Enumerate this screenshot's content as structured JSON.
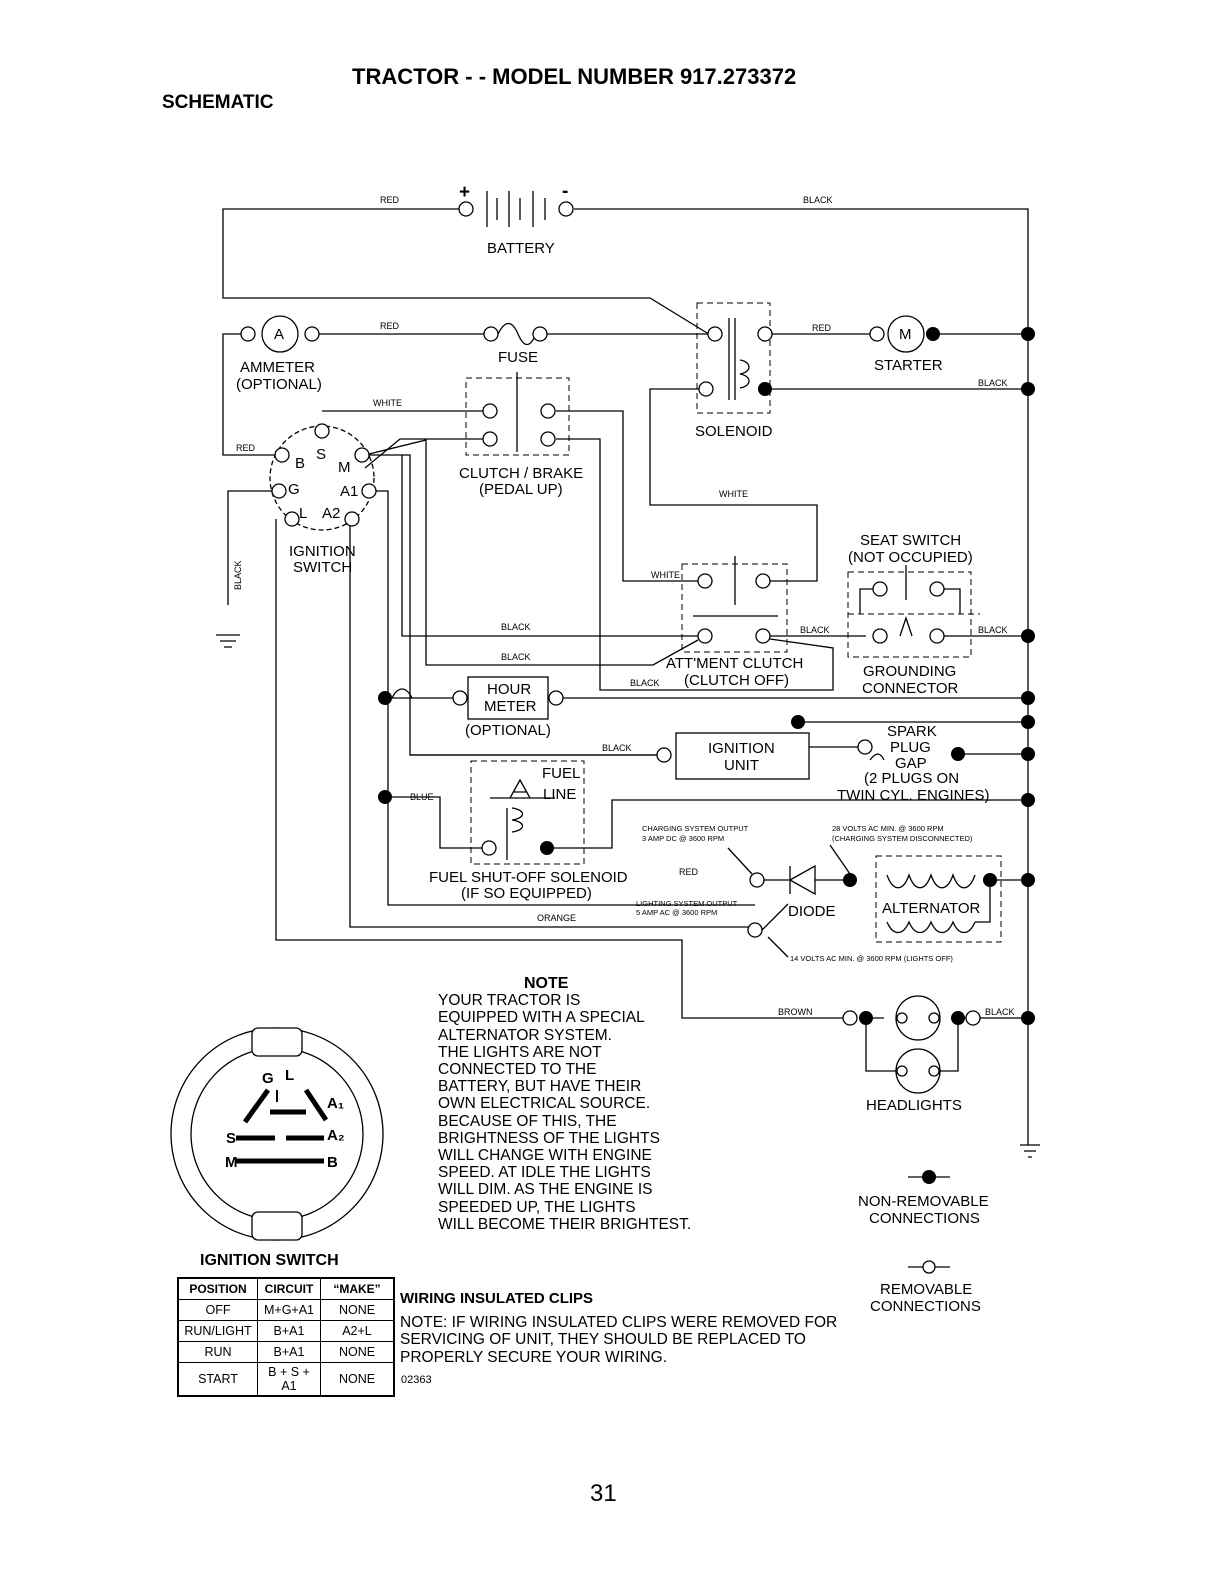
{
  "header": {
    "title": "TRACTOR - - MODEL NUMBER  917.273372",
    "section": "SCHEMATIC"
  },
  "components": {
    "battery": "BATTERY",
    "battery_plus": "+",
    "battery_minus": "-",
    "ammeter": "AMMETER",
    "ammeter_optional": "(OPTIONAL)",
    "ammeter_symbol": "A",
    "fuse": "FUSE",
    "solenoid": "SOLENOID",
    "starter": "STARTER",
    "starter_symbol": "M",
    "clutch_brake": "CLUTCH / BRAKE",
    "clutch_brake_sub": "(PEDAL UP)",
    "ignition_switch": "IGNITION",
    "ignition_switch_2": "SWITCH",
    "seat_switch": "SEAT SWITCH",
    "seat_switch_sub": "(NOT OCCUPIED)",
    "attment_clutch": "ATT'MENT CLUTCH",
    "attment_clutch_sub": "(CLUTCH OFF)",
    "grounding_connector": "GROUNDING",
    "grounding_connector_2": "CONNECTOR",
    "hour_meter": "HOUR",
    "hour_meter_2": "METER",
    "hour_meter_optional": "(OPTIONAL)",
    "ignition_unit": "IGNITION",
    "ignition_unit_2": "UNIT",
    "spark_plug_1": "SPARK",
    "spark_plug_2": "PLUG",
    "spark_plug_3": "GAP",
    "spark_plug_4": "(2 PLUGS ON",
    "spark_plug_5": "TWIN CYL. ENGINES)",
    "fuel_line": "FUEL",
    "fuel_line_2": "LINE",
    "fuel_solenoid": "FUEL SHUT-OFF SOLENOID",
    "fuel_solenoid_sub": "(IF SO EQUIPPED)",
    "diode": "DIODE",
    "alternator": "ALTERNATOR",
    "headlights": "HEADLIGHTS",
    "non_removable": "NON-REMOVABLE",
    "non_removable_2": "CONNECTIONS",
    "removable": "REMOVABLE",
    "removable_2": "CONNECTIONS",
    "ignition_switch_detail": "IGNITION SWITCH"
  },
  "switch_terminals": {
    "b": "B",
    "s": "S",
    "m": "M",
    "g": "G",
    "a1": "A1",
    "l": "L",
    "a2": "A2"
  },
  "switch_detail_terminals": {
    "g": "G",
    "l": "L",
    "a1": "A₁",
    "s": "S",
    "a2": "A₂",
    "m": "M",
    "b": "B"
  },
  "wire_labels": {
    "red": "RED",
    "black": "BLACK",
    "white": "WHITE",
    "blue": "BLUE",
    "orange": "ORANGE",
    "brown": "BROWN"
  },
  "specs": {
    "charging_1": "CHARGING SYSTEM OUTPUT",
    "charging_2": "3 AMP DC @ 3600 RPM",
    "volts_28_1": "28 VOLTS AC MIN. @ 3600 RPM",
    "volts_28_2": "(CHARGING SYSTEM DISCONNECTED)",
    "lighting_1": "LIGHTING SYSTEM OUTPUT",
    "lighting_2": "5 AMP AC @ 3600 RPM",
    "volts_14": "14 VOLTS AC MIN. @ 3600 RPM (LIGHTS OFF)"
  },
  "note": {
    "title": "NOTE",
    "lines": [
      "YOUR TRACTOR IS",
      "EQUIPPED WITH A SPECIAL",
      "ALTERNATOR SYSTEM.",
      "THE LIGHTS ARE NOT",
      "CONNECTED TO THE",
      "BATTERY, BUT HAVE THEIR",
      "OWN ELECTRICAL SOURCE.",
      "BECAUSE OF THIS, THE",
      "BRIGHTNESS OF THE LIGHTS",
      "WILL CHANGE WITH ENGINE",
      "SPEED.  AT IDLE THE LIGHTS",
      "WILL DIM.  AS THE ENGINE IS",
      "SPEEDED UP, THE LIGHTS",
      "WILL BECOME THEIR BRIGHTEST."
    ]
  },
  "clips": {
    "title": "WIRING INSULATED CLIPS",
    "lines": [
      "NOTE: IF WIRING INSULATED CLIPS WERE REMOVED FOR",
      "SERVICING OF UNIT, THEY SHOULD BE REPLACED TO",
      "PROPERLY SECURE YOUR WIRING."
    ]
  },
  "doc_code": "02363",
  "table": {
    "headers": [
      "POSITION",
      "CIRCUIT",
      "“MAKE”"
    ],
    "rows": [
      [
        "OFF",
        "M+G+A1",
        "NONE"
      ],
      [
        "RUN/LIGHT",
        "B+A1",
        "A2+L"
      ],
      [
        "RUN",
        "B+A1",
        "NONE"
      ],
      [
        "START",
        "B + S + A1",
        "NONE"
      ]
    ]
  },
  "page_number": "31"
}
